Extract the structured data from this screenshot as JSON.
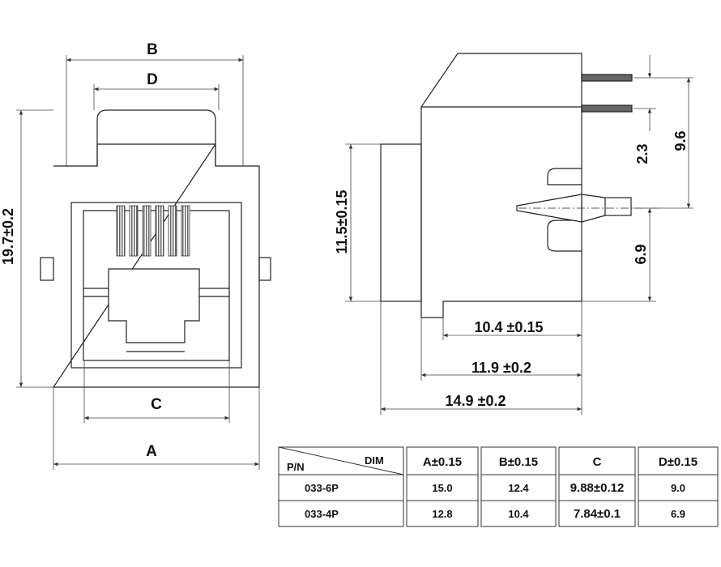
{
  "front_view": {
    "label_b": "B",
    "label_d": "D",
    "label_c": "C",
    "label_a": "A",
    "dim_height": "19.7±0.2"
  },
  "side_view": {
    "dim_pin_pitch": "2.3",
    "dim_pin_offset": "9.6",
    "dim_peg_height": "6.9",
    "dim_body_height": "11.5±0.15",
    "dim_depth_1": "10.4 ±0.15",
    "dim_depth_2": "11.9 ±0.2",
    "dim_depth_3": "14.9 ±0.2"
  },
  "table": {
    "corner_row_label": "P/N",
    "corner_col_label": "DIM",
    "headers": [
      "A±0.15",
      "B±0.15",
      "C",
      "D±0.15"
    ],
    "rows": [
      {
        "pn": "033-6P",
        "cells": [
          "15.0",
          "12.4",
          "9.88±0.12",
          "9.0"
        ]
      },
      {
        "pn": "033-4P",
        "cells": [
          "12.8",
          "10.4",
          "7.84±0.1",
          "6.9"
        ]
      }
    ]
  }
}
